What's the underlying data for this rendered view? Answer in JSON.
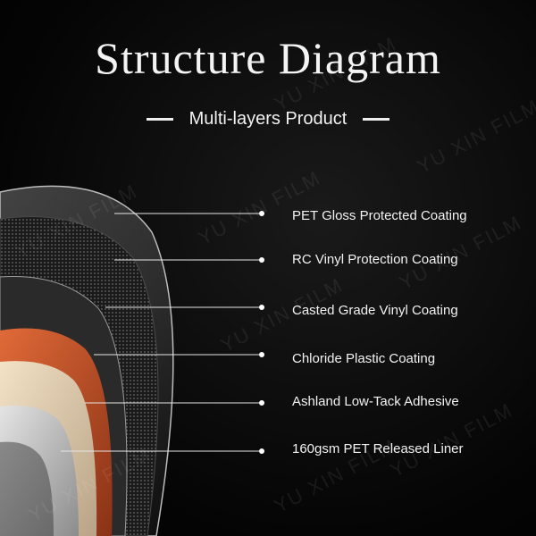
{
  "title": "Structure Diagram",
  "subtitle": "Multi-layers Product",
  "watermark": "YU XIN FILM",
  "layers": [
    {
      "label": "PET Gloss Protected Coating"
    },
    {
      "label": "RC Vinyl Protection Coating"
    },
    {
      "label": "Casted Grade Vinyl Coating"
    },
    {
      "label": "Chloride Plastic Coating"
    },
    {
      "label": "Ashland Low-Tack Adhesive"
    },
    {
      "label": "160gsm PET Released Liner"
    }
  ],
  "colors": {
    "background": "#000000",
    "text": "#f2f2f2",
    "pvc_layer": "#c85a30",
    "adhesive_layer": "#e8d3b8",
    "liner_layer": "#cfcfcf"
  }
}
